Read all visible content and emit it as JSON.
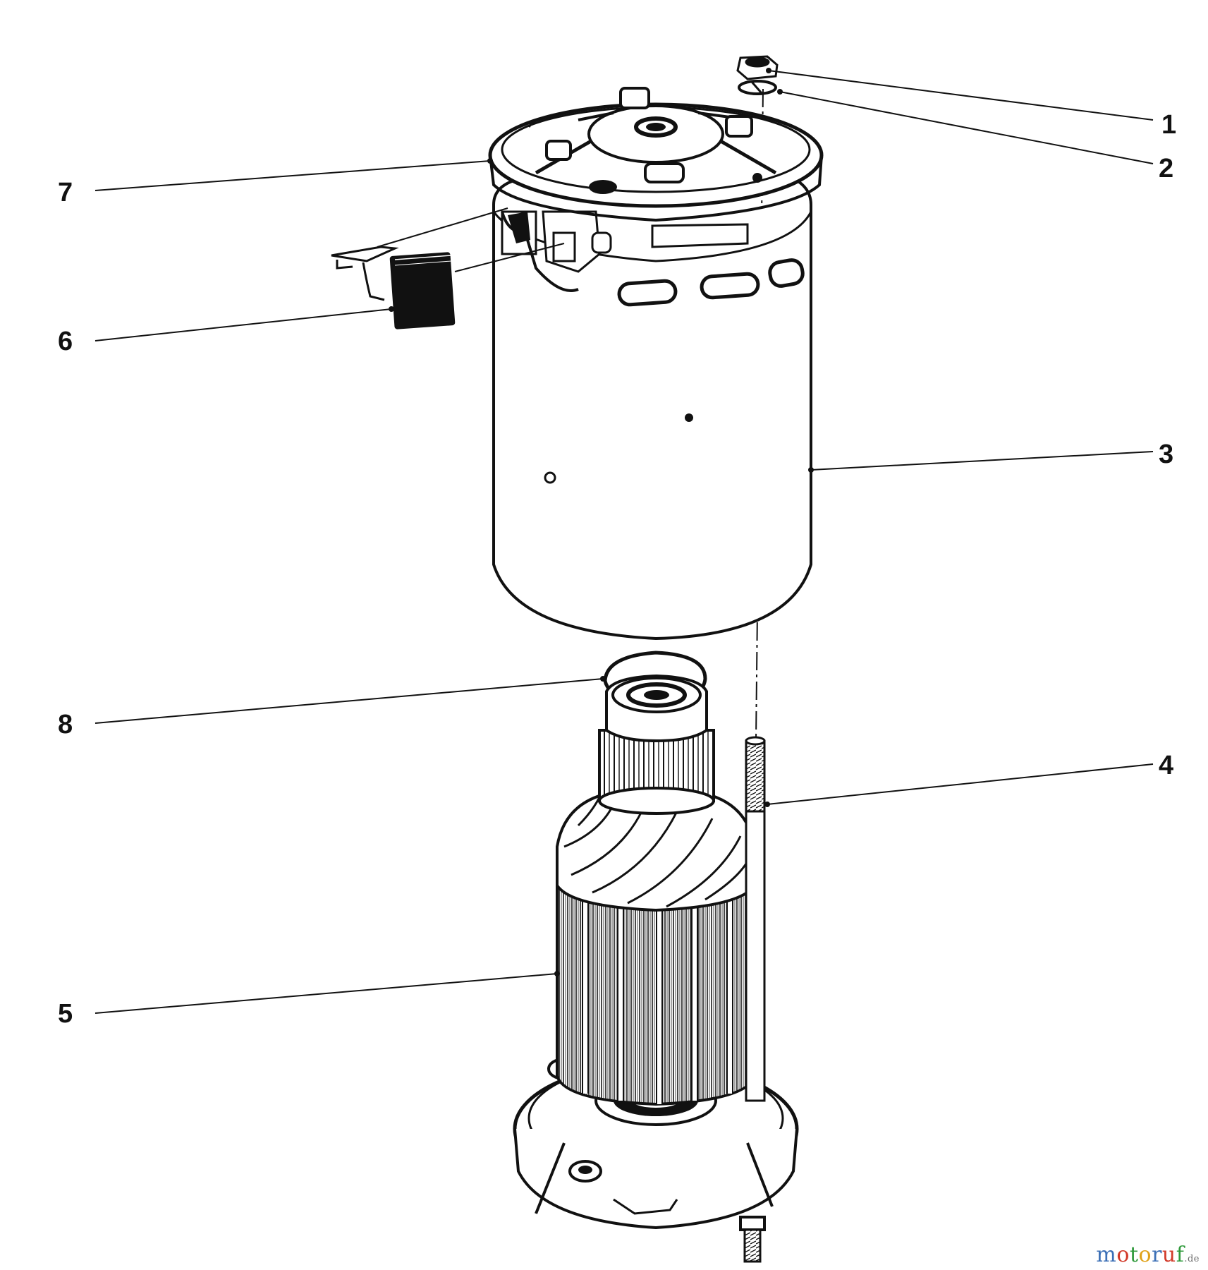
{
  "diagram": {
    "callouts": [
      {
        "id": "1",
        "label": "1",
        "part": "nut"
      },
      {
        "id": "2",
        "label": "2",
        "part": "lock-washer"
      },
      {
        "id": "3",
        "label": "3",
        "part": "motor-housing"
      },
      {
        "id": "4",
        "label": "4",
        "part": "through-bolt"
      },
      {
        "id": "5",
        "label": "5",
        "part": "armature"
      },
      {
        "id": "6",
        "label": "6",
        "part": "brush"
      },
      {
        "id": "7",
        "label": "7",
        "part": "end-cap"
      },
      {
        "id": "8",
        "label": "8",
        "part": "snap-ring"
      }
    ]
  },
  "watermark": {
    "parts": [
      {
        "text": "m",
        "color": "#3b6fb6"
      },
      {
        "text": "o",
        "color": "#d23a2a"
      },
      {
        "text": "t",
        "color": "#2f9a3b"
      },
      {
        "text": "o",
        "color": "#e0a21a"
      },
      {
        "text": "r",
        "color": "#3b6fb6"
      },
      {
        "text": "u",
        "color": "#d23a2a"
      },
      {
        "text": "f",
        "color": "#2f9a3b"
      }
    ],
    "suffix": ".de"
  },
  "colors": {
    "ink": "#111111",
    "paper": "#ffffff"
  }
}
